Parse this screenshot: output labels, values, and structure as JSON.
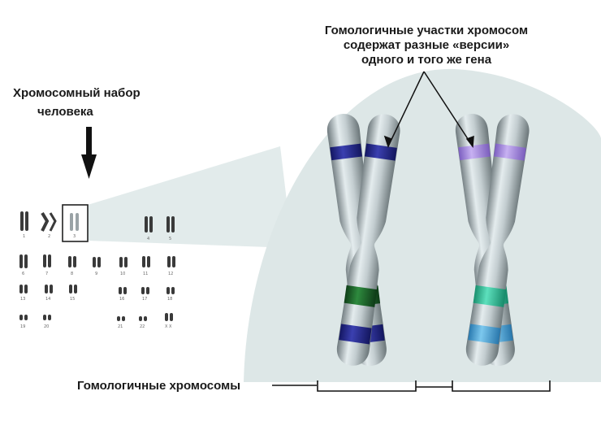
{
  "labels": {
    "chromosome_set_line1": "Хромосомный набор",
    "chromosome_set_line2": "человека",
    "homologous_regions_line1": "Гомологичные участки хромосом",
    "homologous_regions_line2": "содержат разные «версии»",
    "homologous_regions_line3": "одного и того же гена",
    "homologous_chromosomes": "Гомологичные хромосомы"
  },
  "karyotype": {
    "numbers": [
      "1",
      "2",
      "3",
      "4",
      "5",
      "6",
      "7",
      "8",
      "9",
      "10",
      "11",
      "12",
      "13",
      "14",
      "15",
      "16",
      "17",
      "18",
      "19",
      "20",
      "21",
      "22",
      "X X"
    ]
  },
  "colors": {
    "zoom_background": "#dde7e7",
    "chromosome_body": "#b9c3c6",
    "band_blue": "#2a2f8e",
    "band_green": "#1f6b2e",
    "band_lilac": "#a488d9",
    "band_teal": "#2fbf9a",
    "band_lightblue": "#4aa8d8"
  }
}
